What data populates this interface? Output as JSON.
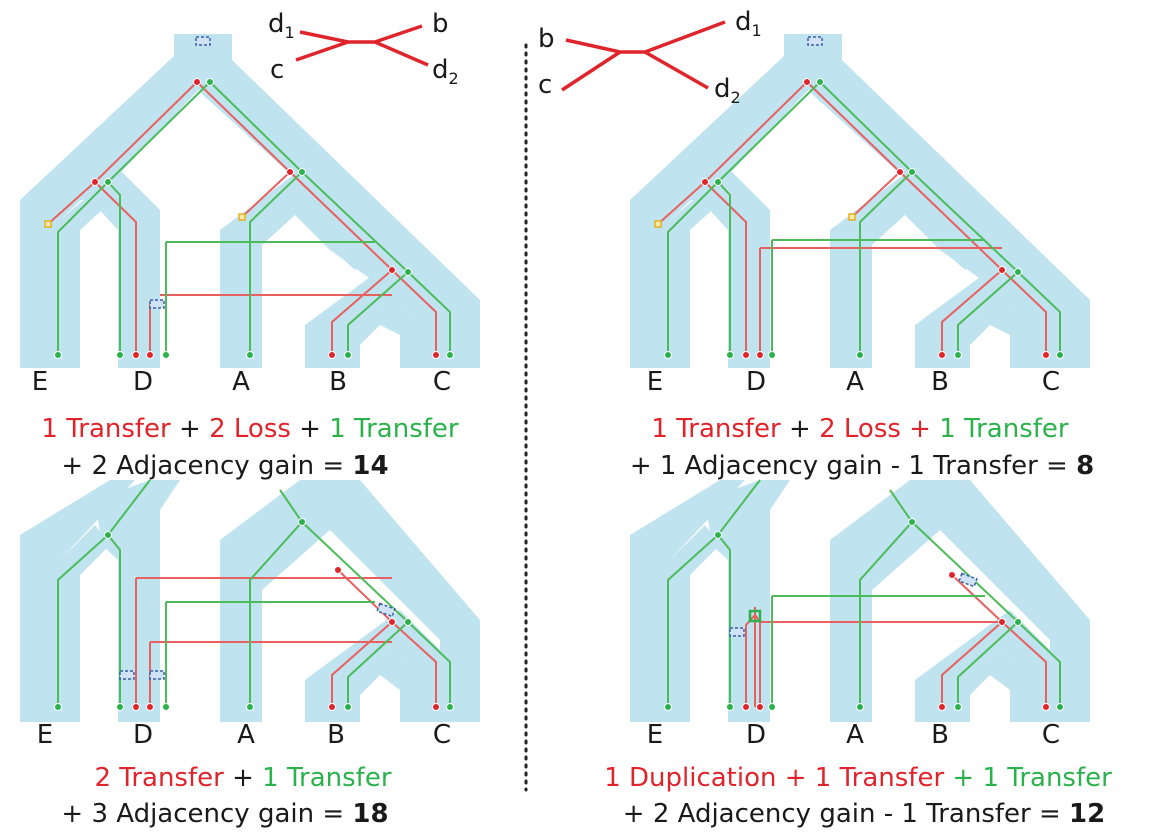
{
  "colors": {
    "red": "#e0242b",
    "green": "#2bb24c",
    "tube": "#bfe3ef",
    "adjacency": "#3b5ea8",
    "loss": "#e3b21e"
  },
  "leaf_labels": [
    "E",
    "D",
    "A",
    "B",
    "C"
  ],
  "trees": {
    "left": {
      "top_left_a": "d",
      "top_left_a_sub": "1",
      "bottom_left": "c",
      "top_right": "b",
      "bottom_right_a": "d",
      "bottom_right_a_sub": "2"
    },
    "right": {
      "top_left": "b",
      "bottom_left": "c",
      "top_right_a": "d",
      "top_right_a_sub": "1",
      "bottom_right_a": "d",
      "bottom_right_a_sub": "2"
    }
  },
  "panels": {
    "top_left": {
      "line1": [
        {
          "text": "1 Transfer",
          "color": "red"
        },
        {
          "text": " + ",
          "color": "black"
        },
        {
          "text": "2 Loss",
          "color": "red"
        },
        {
          "text": " + ",
          "color": "black"
        },
        {
          "text": "1 Transfer",
          "color": "green"
        }
      ],
      "line2": "+ 2 Adjacency gain = ",
      "score": "14"
    },
    "top_right": {
      "line1": [
        {
          "text": "1 Transfer",
          "color": "red"
        },
        {
          "text": " + ",
          "color": "black"
        },
        {
          "text": "2 Loss",
          "color": "red"
        },
        {
          "text": " + ",
          "color": "red"
        },
        {
          "text": "1 Transfer",
          "color": "green"
        }
      ],
      "line2": "+ 1 Adjacency gain  - 1 Transfer = ",
      "score": "8"
    },
    "bottom_left": {
      "line1": [
        {
          "text": "2 Transfer",
          "color": "red"
        },
        {
          "text": " + ",
          "color": "black"
        },
        {
          "text": "1 Transfer",
          "color": "green"
        }
      ],
      "line2": "+ 3 Adjacency gain = ",
      "score": "18"
    },
    "bottom_right": {
      "line1": [
        {
          "text": "1 Duplication + 1 Transfer",
          "color": "red"
        },
        {
          "text": " + 1 Transfer",
          "color": "green"
        }
      ],
      "line2": "+ 2 Adjacency gain  - 1 Transfer = ",
      "score": "12"
    }
  }
}
